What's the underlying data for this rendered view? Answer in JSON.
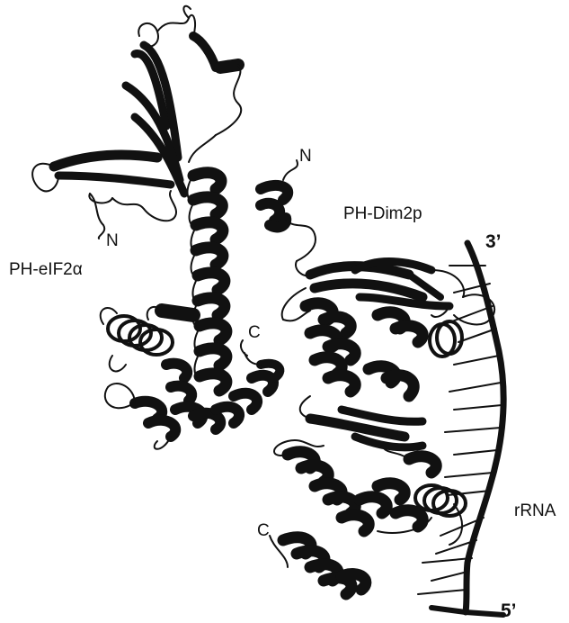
{
  "labels": {
    "eif2a_name": "PH-eIF2α",
    "dim2p_name": "PH-Dim2p",
    "rrna_name": "rRNA",
    "rna_3prime": "3’",
    "rna_5prime": "5’",
    "eif2a_n": "N",
    "eif2a_c": "C",
    "dim2p_n": "N",
    "dim2p_c": "C"
  },
  "colors": {
    "ink": "#111111",
    "background": "#ffffff"
  }
}
